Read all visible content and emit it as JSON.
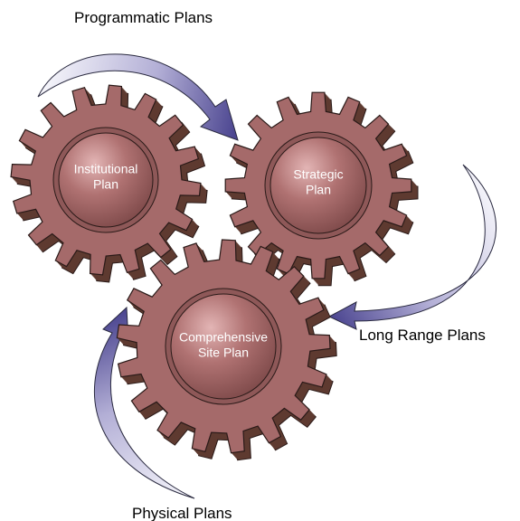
{
  "colors": {
    "gear_face": "#a56a6a",
    "gear_side": "#5e3a30",
    "gear_hub": "#8e5858",
    "hub_highlight": "#d9a9a9",
    "outline": "#2a1a18",
    "arrow_light": "#f4f4fa",
    "arrow_dark": "#4b4590",
    "label_text": "#000000",
    "gear_text": "#ffffff"
  },
  "gears": [
    {
      "id": "institutional",
      "label_lines": [
        "Institutional",
        "Plan"
      ]
    },
    {
      "id": "strategic",
      "label_lines": [
        "Strategic",
        "Plan"
      ]
    },
    {
      "id": "comprehensive",
      "label_lines": [
        "Comprehensive",
        "Site Plan"
      ]
    }
  ],
  "arrows": [
    {
      "id": "programmatic",
      "label": "Programmatic Plans",
      "points_to": "strategic"
    },
    {
      "id": "long_range",
      "label": "Long Range Plans",
      "points_to": "comprehensive"
    },
    {
      "id": "physical",
      "label": "Physical Plans",
      "points_to": "comprehensive"
    }
  ]
}
